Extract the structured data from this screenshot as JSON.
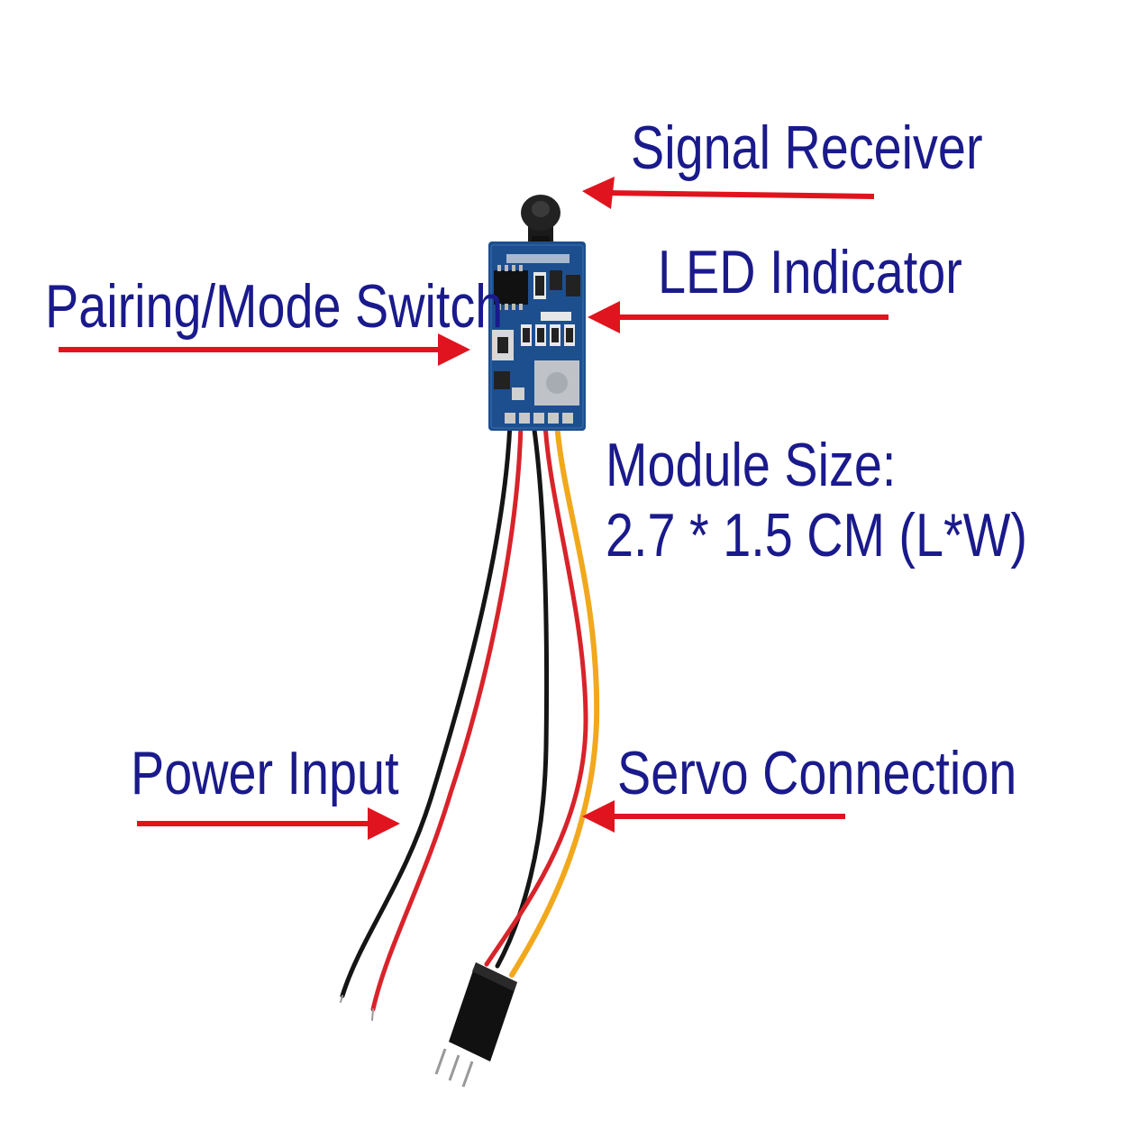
{
  "labels": {
    "signal_receiver": "Signal Receiver",
    "led_indicator": "LED Indicator",
    "pairing_switch": "Pairing/Mode Switch",
    "module_size_heading": "Module Size:",
    "module_size_value": "2.7 * 1.5 CM (L*W)",
    "power_input": "Power Input",
    "servo_connection": "Servo Connection"
  },
  "colors": {
    "label_text": "#1a1a8c",
    "arrow": "#e0141e",
    "pcb": "#1d4f8f",
    "wire_black": "#151515",
    "wire_red": "#d8232a",
    "wire_yellow": "#f2a81d"
  }
}
